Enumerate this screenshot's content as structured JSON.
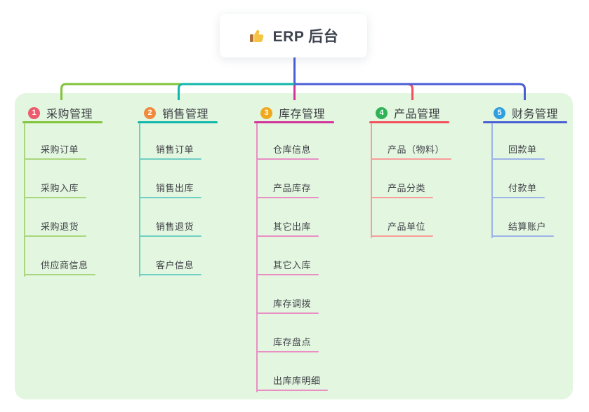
{
  "root": {
    "label": "ERP 后台",
    "icon": "thumbs-up-icon"
  },
  "branches": [
    {
      "badge": "1",
      "label": "采购管理",
      "badge_color": "#ee5a6e",
      "line_color": "#82c43c",
      "light_color": "#a9d77d",
      "children": [
        "采购订单",
        "采购入库",
        "采购退货",
        "供应商信息"
      ]
    },
    {
      "badge": "2",
      "label": "销售管理",
      "badge_color": "#f08a3c",
      "line_color": "#10b7aa",
      "light_color": "#6fcfc3",
      "children": [
        "销售订单",
        "销售出库",
        "销售退货",
        "客户信息"
      ]
    },
    {
      "badge": "3",
      "label": "库存管理",
      "badge_color": "#f0a81e",
      "line_color": "#d2349a",
      "light_color": "#e98fc4",
      "children": [
        "仓库信息",
        "产品库存",
        "其它出库",
        "其它入库",
        "库存调拨",
        "库存盘点",
        "出库库明细"
      ]
    },
    {
      "badge": "4",
      "label": "产品管理",
      "badge_color": "#2fb356",
      "line_color": "#f2505c",
      "light_color": "#f89d99",
      "children": [
        "产品（物料）",
        "产品分类",
        "产品单位"
      ]
    },
    {
      "badge": "5",
      "label": "财务管理",
      "badge_color": "#2f9fdf",
      "line_color": "#4a5fd4",
      "light_color": "#9db4e8",
      "children": [
        "回款单",
        "付款单",
        "结算账户"
      ]
    }
  ],
  "colors": {
    "canvas_bg": "#ffffff",
    "panel_bg": "#e3f6e0",
    "stem": "#4a5fd4",
    "thumb_hand": "#f6c343",
    "thumb_cuff": "#b0703c"
  }
}
